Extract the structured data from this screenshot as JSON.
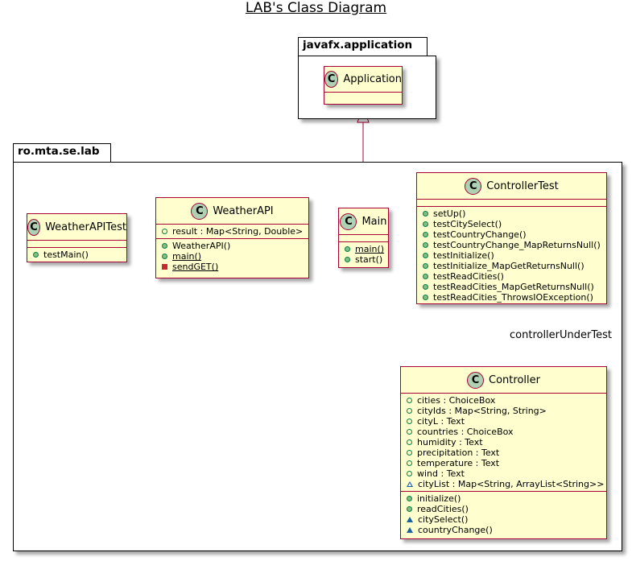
{
  "title": "LAB's Class Diagram",
  "packages": {
    "javafx": {
      "name": "javafx.application"
    },
    "lab": {
      "name": "ro.mta.se.lab"
    }
  },
  "stereotype_letter": "C",
  "classes": {
    "application": {
      "name": "Application",
      "fields": [],
      "methods": []
    },
    "weatherapitest": {
      "name": "WeatherAPITest",
      "fields": [],
      "methods": [
        "testMain()"
      ]
    },
    "weatherapi": {
      "name": "WeatherAPI",
      "fields": [
        "result : Map<String, Double>"
      ],
      "methods": [
        "WeatherAPI()",
        "main()",
        "sendGET()"
      ]
    },
    "main": {
      "name": "Main",
      "fields": [],
      "methods": [
        "main()",
        "start()"
      ]
    },
    "controllertest": {
      "name": "ControllerTest",
      "fields": [],
      "methods": [
        "setUp()",
        "testCitySelect()",
        "testCountryChange()",
        "testCountryChange_MapReturnsNull()",
        "testInitialize()",
        "testInitialize_MapGetReturnsNull()",
        "testReadCities()",
        "testReadCities_MapGetReturnsNull()",
        "testReadCities_ThrowsIOException()"
      ]
    },
    "controller": {
      "name": "Controller",
      "fields": [
        "cities : ChoiceBox",
        "cityIds : Map<String, String>",
        "cityL : Text",
        "countries : ChoiceBox",
        "humidity : Text",
        "precipitation : Text",
        "temperature : Text",
        "wind : Text",
        "cityList : Map<String, ArrayList<String>>"
      ],
      "methods": [
        "initialize()",
        "readCities()",
        "citySelect()",
        "countryChange()"
      ]
    }
  },
  "relations": {
    "aggregation_label": "controllerUnderTest"
  },
  "colors": {
    "class_fill": "#FEFECE",
    "class_border": "#A80036",
    "circle": "#ADD1B2"
  }
}
